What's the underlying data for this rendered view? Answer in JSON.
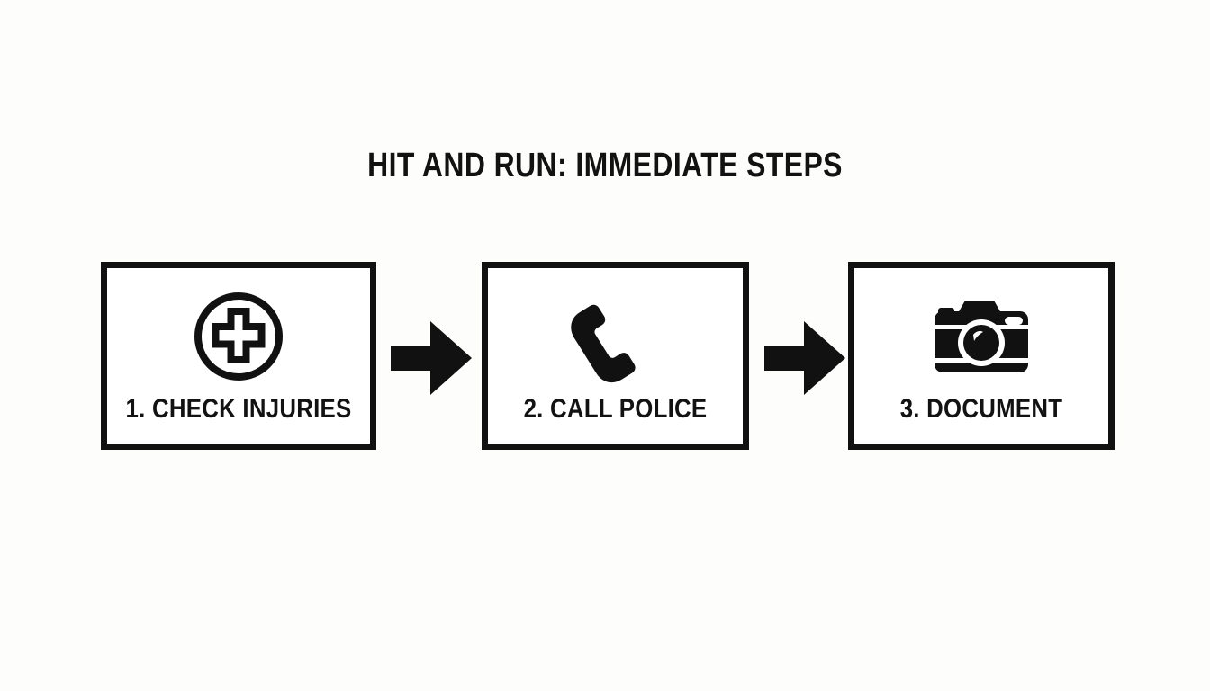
{
  "page": {
    "background_color": "#fdfdfc",
    "ink_color": "#111111"
  },
  "header": {
    "title": "HIT AND RUN: IMMEDIATE STEPS"
  },
  "flow": {
    "steps": [
      {
        "number": "1.",
        "label": "1. CHECK INJURIES",
        "icon": "medical-cross-circle-icon"
      },
      {
        "number": "2.",
        "label": "2. CALL POLICE",
        "icon": "phone-handset-icon"
      },
      {
        "number": "3.",
        "label": "3. DOCUMENT",
        "icon": "camera-icon"
      }
    ],
    "connectors": [
      {
        "icon": "arrow-right-icon"
      },
      {
        "icon": "arrow-right-icon"
      }
    ]
  }
}
